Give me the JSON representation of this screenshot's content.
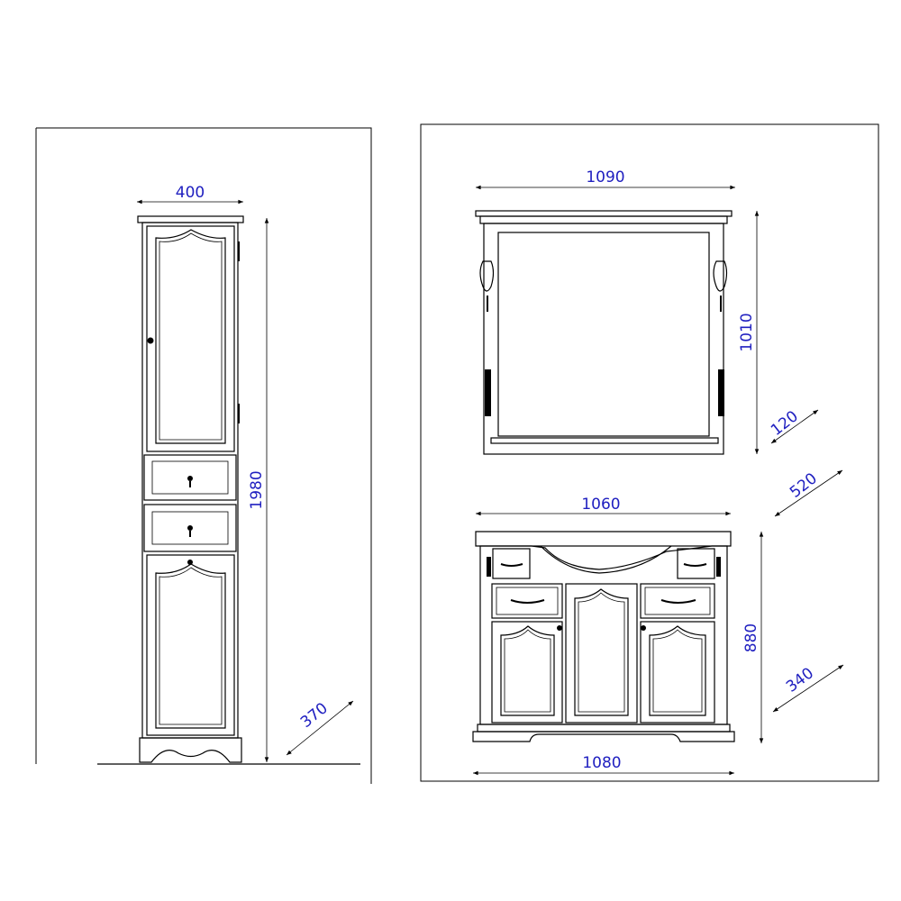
{
  "dimensions": {
    "tall_cabinet_width": "400",
    "tall_cabinet_height": "1980",
    "tall_cabinet_depth": "370",
    "mirror_width": "1090",
    "mirror_height": "1010",
    "mirror_depth": "120",
    "vanity_countertop_depth": "520",
    "vanity_top_width": "1060",
    "vanity_height": "880",
    "vanity_depth": "340",
    "vanity_base_width": "1080"
  }
}
